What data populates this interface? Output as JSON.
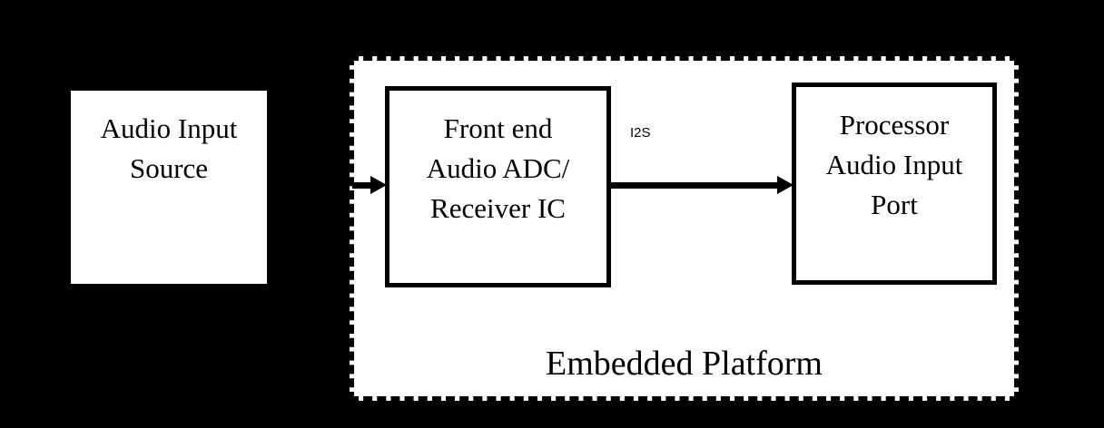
{
  "diagram": {
    "background_color": "#000000",
    "ink_color": "#000000",
    "surface_color": "#ffffff",
    "container": {
      "label": "Embedded Platform",
      "border_style": "dashed"
    },
    "blocks": [
      {
        "id": "audio-input-source",
        "lines": [
          "Audio Input",
          "Source"
        ],
        "bordered": false
      },
      {
        "id": "front-end-adc",
        "lines": [
          "Front end",
          "Audio ADC/",
          "Receiver IC"
        ],
        "bordered": true
      },
      {
        "id": "processor-port",
        "lines": [
          "Processor",
          "Audio Input",
          "Port"
        ],
        "bordered": true
      }
    ],
    "connections": [
      {
        "id": "source-to-adc",
        "label": "",
        "from": "audio-input-source",
        "to": "front-end-adc",
        "arrowhead": "right"
      },
      {
        "id": "adc-to-processor",
        "label": "I2S",
        "from": "front-end-adc",
        "to": "processor-port",
        "arrowhead": "right"
      }
    ]
  }
}
